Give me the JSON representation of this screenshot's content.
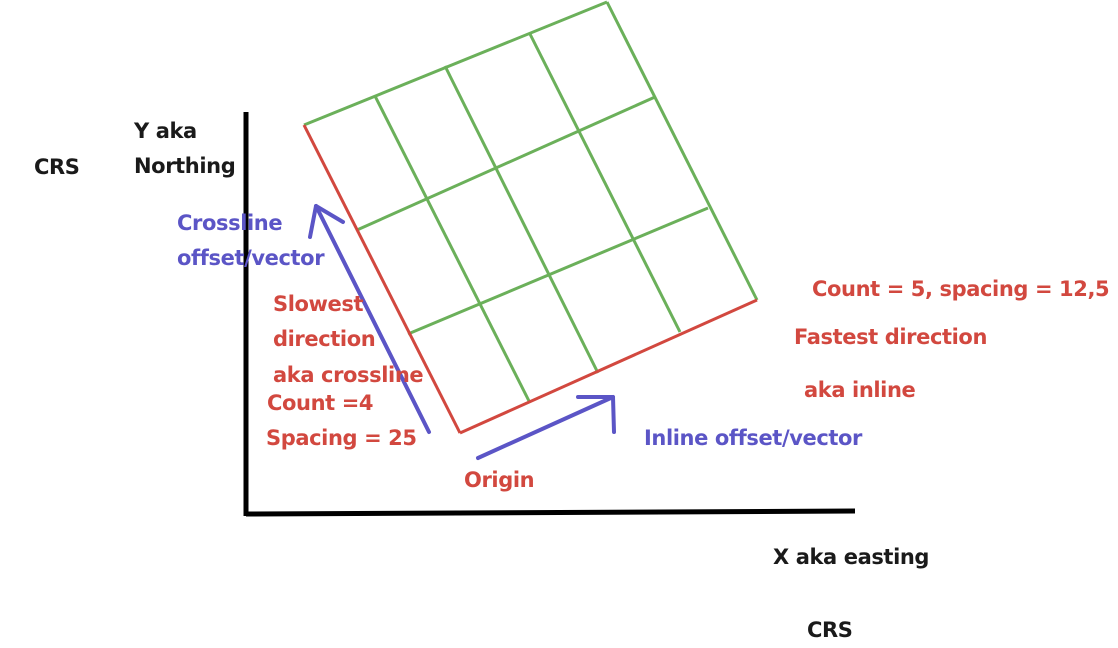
{
  "colors": {
    "axis": "#000000",
    "grid": "#6bb05a",
    "edge": "#d2483f",
    "vector": "#5b55c6",
    "text": "#1a1a1a"
  },
  "axes": {
    "y_label_line1": "Y aka",
    "y_label_line2": "Northing",
    "y_crs": "CRS",
    "x_label": "X aka easting",
    "x_crs": "CRS"
  },
  "crossline": {
    "vector_line1": "Crossline",
    "vector_line2": "offset/vector",
    "direction_line1": "Slowest",
    "direction_line2": "direction",
    "direction_line3": "aka crossline",
    "count": "Count =4",
    "spacing": "Spacing = 25"
  },
  "inline": {
    "count_spacing": "Count = 5, spacing = 12,5",
    "direction_line1": "Fastest direction",
    "direction_line2": "aka inline",
    "vector": "Inline offset/vector"
  },
  "origin": "Origin"
}
